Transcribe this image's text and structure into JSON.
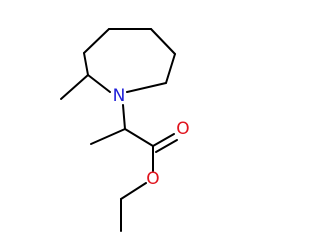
{
  "molecule": {
    "atoms": {
      "nitrogen": {
        "symbol": "N",
        "color": "#1f1fd8"
      },
      "carbonyl_oxygen": {
        "symbol": "O",
        "color": "#e0141e"
      },
      "ester_oxygen": {
        "symbol": "O",
        "color": "#e0141e"
      }
    },
    "bond_color": "#000000"
  }
}
